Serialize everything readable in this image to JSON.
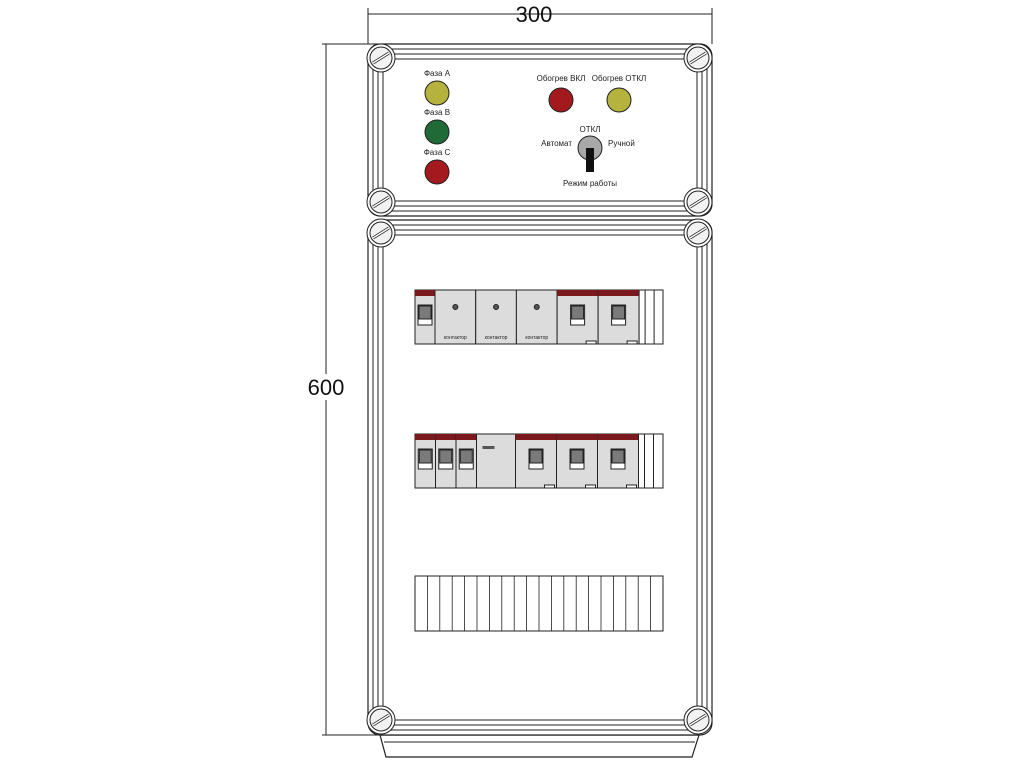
{
  "dimensions": {
    "width": "300",
    "height": "600"
  },
  "indicator_panel": {
    "phase_lamps": [
      {
        "label": "Фаза А",
        "color": "#b5b23e"
      },
      {
        "label": "Фаза В",
        "color": "#1f6a36"
      },
      {
        "label": "Фаза С",
        "color": "#a3191e"
      }
    ],
    "status_lamps": [
      {
        "label": "Обогрев ВКЛ",
        "color": "#a3191e"
      },
      {
        "label": "Обогрев ОТКЛ",
        "color": "#b5b23e"
      }
    ],
    "mode_switch": {
      "title": "ОТКЛ",
      "left": "Автомат",
      "right": "Ручной",
      "caption": "Режим работы"
    }
  },
  "din_rows": [
    {
      "modules": [
        "breaker",
        "contactor",
        "contactor",
        "contactor",
        "breaker",
        "breaker",
        "end"
      ]
    },
    {
      "modules": [
        "breaker-s",
        "breaker-s",
        "breaker-s",
        "relay",
        "breaker",
        "breaker",
        "breaker",
        "end"
      ]
    },
    {
      "modules": [
        "terminals"
      ]
    }
  ],
  "module_text": {
    "contactor": "контактор"
  },
  "colors": {
    "stripe": "#7a1a1f",
    "module": "#dcdcdc",
    "handle": "#7a7a7a"
  }
}
